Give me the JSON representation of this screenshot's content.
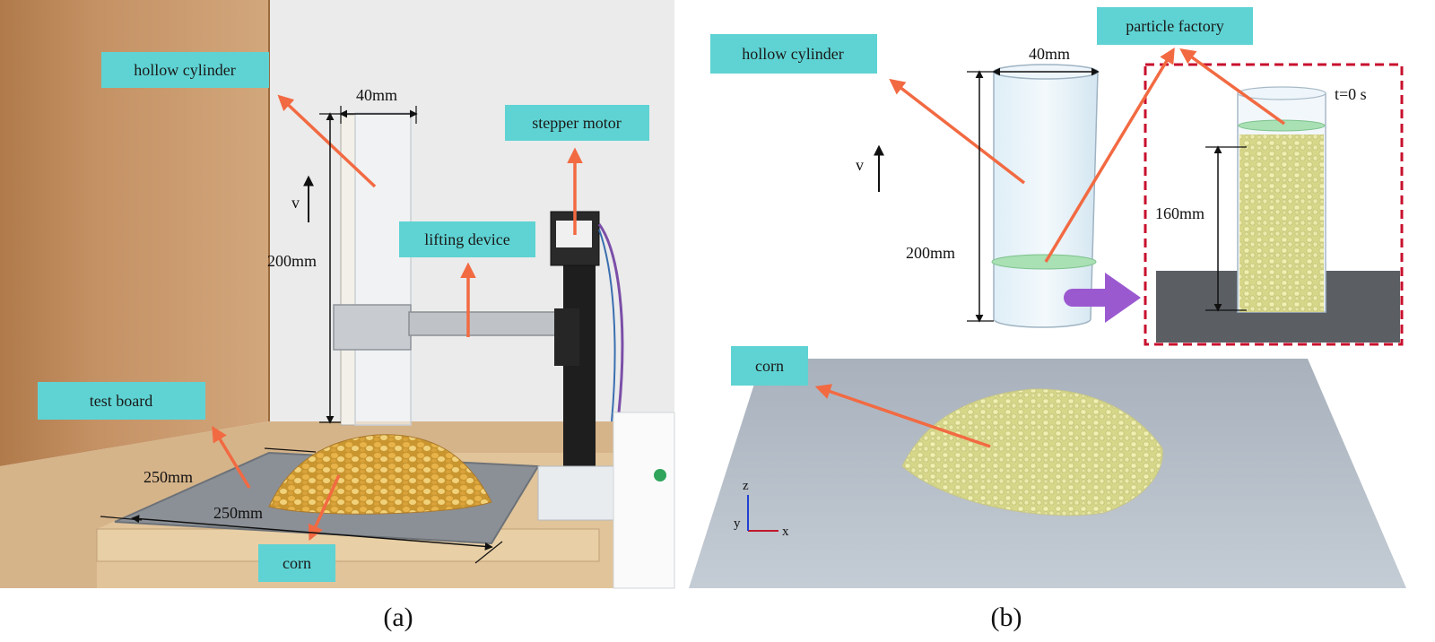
{
  "panel_a": {
    "caption": "(a)",
    "labels": {
      "hollow_cylinder": "hollow cylinder",
      "stepper_motor": "stepper motor",
      "lifting_device": "lifting device",
      "test_board": "test board",
      "corn": "corn"
    },
    "dims": {
      "diameter": "40mm",
      "height": "200mm",
      "board_w": "250mm",
      "board_d": "250mm",
      "velocity": "v"
    }
  },
  "panel_b": {
    "caption": "(b)",
    "labels": {
      "hollow_cylinder": "hollow cylinder",
      "particle_factory": "particle factory",
      "corn": "corn"
    },
    "dims": {
      "diameter": "40mm",
      "height": "200mm",
      "fill_height": "160mm",
      "velocity": "v",
      "time": "t=0 s"
    },
    "axes": {
      "x": "x",
      "y": "y",
      "z": "z"
    }
  },
  "colors": {
    "label_bg": "#5fd3d3",
    "arrow": "#f26a42",
    "dashed_frame": "#c8102e",
    "transition_arrow": "#9b59d0",
    "particle": "#eeeeaa",
    "ground": "#a9b3bf"
  }
}
